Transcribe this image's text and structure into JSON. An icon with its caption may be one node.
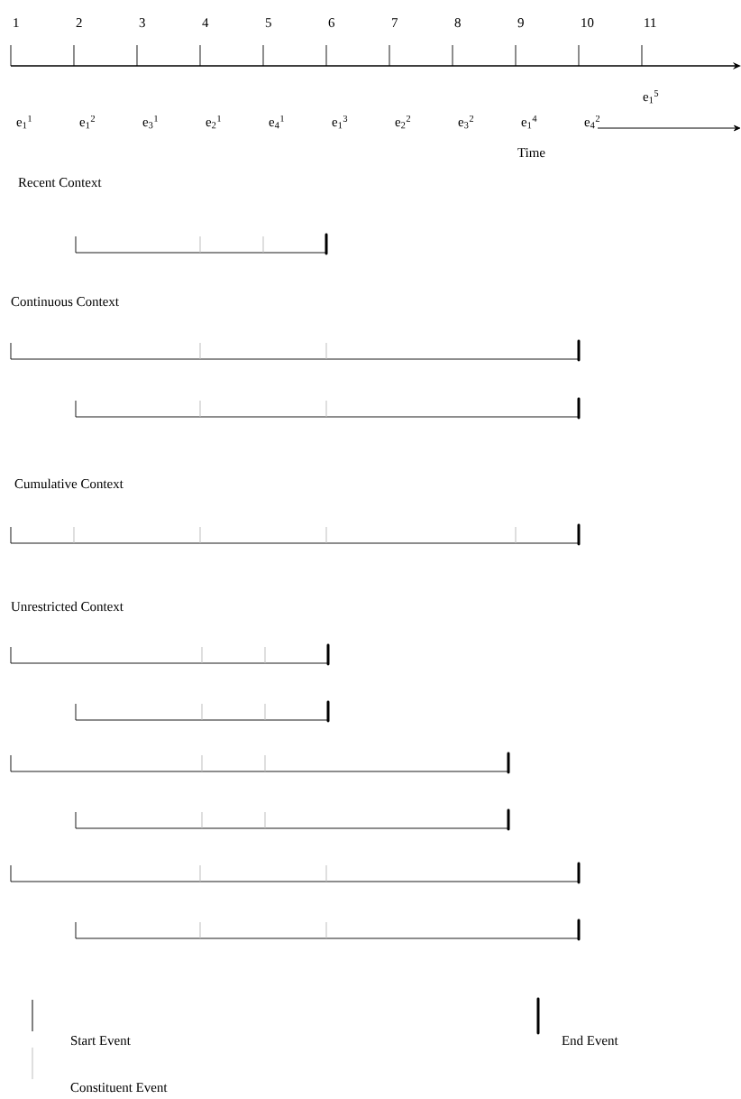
{
  "diagram": {
    "labels": [
      "1",
      "2",
      "3",
      "4",
      "5",
      "6",
      "7",
      "8",
      "9",
      "10",
      "11",
      "e$_{1}$$^{5}$",
      "e$_{1}$$^{1}$",
      "e$_{1}$$^{2}$",
      "e$_{3}$$^{1}$",
      "e$_{2}$$^{1}$",
      "e$_{4}$$^{1}$",
      "e$_{1}$$^{3}$",
      "e$_{2}$$^{2}$",
      "e$_{3}$$^{2}$",
      "e$_{1}$$^{4}$",
      "e$_{4}$$^{2}$",
      "Time",
      "Recent Context",
      "Continuous Context",
      "Cumulative Context",
      "Unrestricted Context"
    ],
    "legend": [
      {
        "text": "Start Event"
      },
      {
        "text": "End Event"
      },
      {
        "text": "Constituent Event"
      }
    ]
  }
}
